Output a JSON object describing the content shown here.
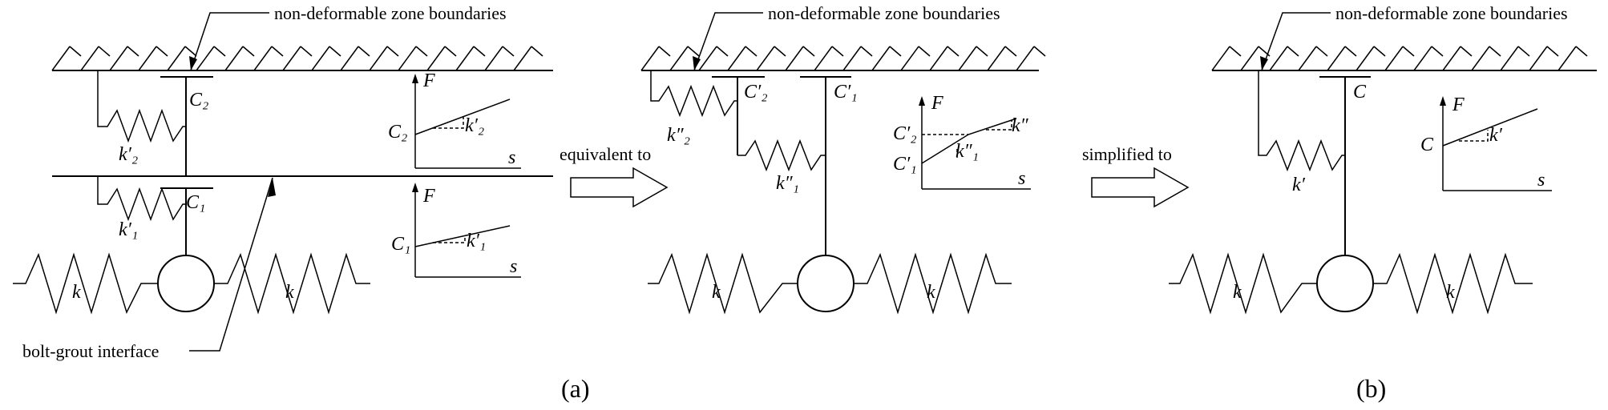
{
  "labels": {
    "zone_boundaries": "non-deformable zone boundaries",
    "bolt_grout_interface": "bolt-grout interface",
    "equivalent_to": "equivalent to",
    "simplified_to": "simplified to",
    "caption_a": "(a)",
    "caption_b": "(b)"
  },
  "symbols": {
    "F": "F",
    "s": "s",
    "k": "k",
    "C1": "C₁",
    "C2": "C₂",
    "C1p": "C′₁",
    "C2p": "C′₂",
    "C": "C",
    "k1p": "k′₁",
    "k2p": "k′₂",
    "k1pp": "k″₁",
    "k2pp": "k″₂",
    "kpp": "k″",
    "kp": "k′"
  }
}
